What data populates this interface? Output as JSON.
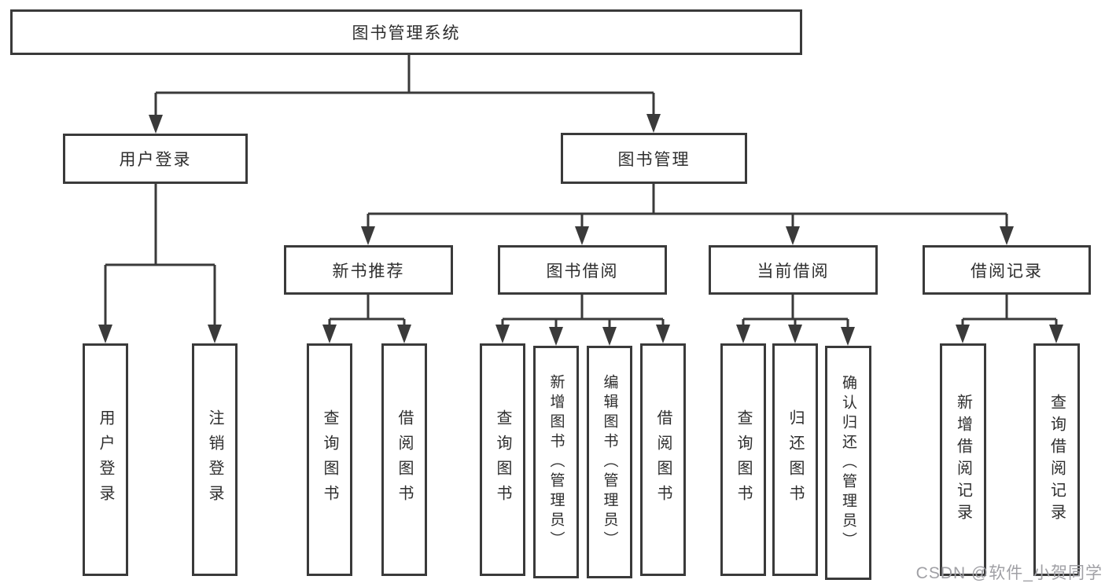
{
  "diagram": {
    "root_label": "图书管理系统",
    "user_branch": {
      "label": "用户登录",
      "children": [
        "用户登录",
        "注销登录"
      ]
    },
    "mgmt_branch": {
      "label": "图书管理",
      "modules": [
        {
          "label": "新书推荐",
          "children": [
            "查询图书",
            "借阅图书"
          ]
        },
        {
          "label": "图书借阅",
          "children": [
            "查询图书",
            "新增图书（管理员）",
            "编辑图书（管理员）",
            "借阅图书"
          ]
        },
        {
          "label": "当前借阅",
          "children": [
            "查询图书",
            "归还图书",
            "确认归还（管理员）"
          ]
        },
        {
          "label": "借阅记录",
          "children": [
            "新增借阅记录",
            "查询借阅记录"
          ]
        }
      ]
    }
  },
  "watermark": {
    "text": "CSDN @软件_小贺同学"
  },
  "colors": {
    "line": "#3a3a3a",
    "text": "#2e2e2e",
    "box_bg": "#ffffff",
    "background": "#ffffff",
    "watermark": "#a0a0a5"
  }
}
